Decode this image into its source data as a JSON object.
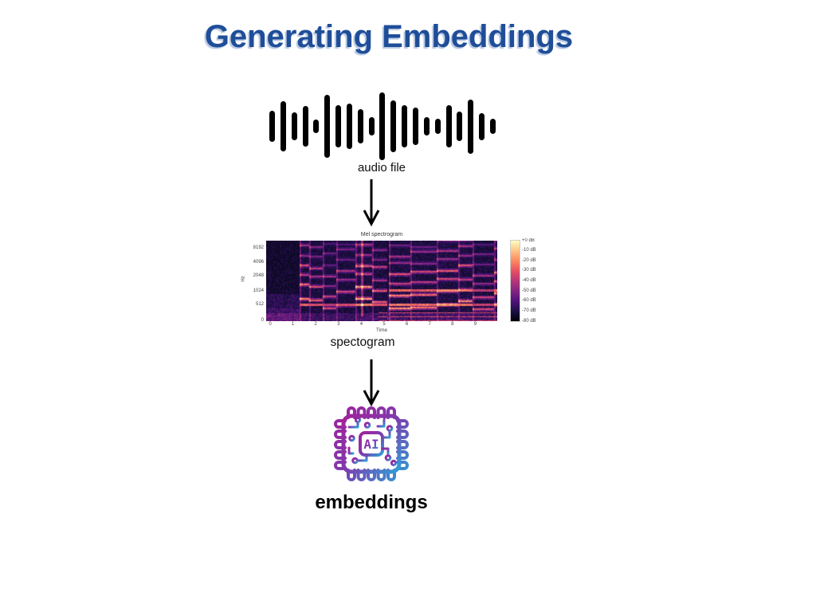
{
  "title": {
    "text": "Generating Embeddings",
    "color": "#1f4e99",
    "shadow_color": "#b9c9e2"
  },
  "audio": {
    "label": "audio file",
    "color": "#000000",
    "bars": [
      45,
      75,
      42,
      60,
      20,
      93,
      63,
      68,
      50,
      28,
      100,
      77,
      63,
      55,
      28,
      23,
      63,
      43,
      80,
      40,
      23
    ]
  },
  "spectrogram": {
    "label": "spectogram"
  },
  "chart_data": {
    "type": "heatmap",
    "title": "Mel spectrogram",
    "xlabel": "Time",
    "ylabel": "Hz",
    "x_ticks": [
      "0",
      "1",
      "2",
      "3",
      "4",
      "5",
      "6",
      "7",
      "8",
      "9"
    ],
    "y_ticks": [
      "8192",
      "4096",
      "2048",
      "1024",
      "512",
      "0"
    ],
    "xlim": [
      0,
      10
    ],
    "colorbar_ticks": [
      "+0 dB",
      "-10 dB",
      "-20 dB",
      "-30 dB",
      "-40 dB",
      "-50 dB",
      "-60 dB",
      "-70 dB",
      "-80 dB"
    ],
    "value_range_db": [
      -80,
      0
    ],
    "colormap": "magma",
    "legend_position": "right-colorbar",
    "grid": false
  },
  "embeddings": {
    "label": "embeddings",
    "chip_text": "AI",
    "gradient": [
      "#a1219b",
      "#7e3cad",
      "#2d9fd8"
    ]
  },
  "arrow_color": "#000000"
}
